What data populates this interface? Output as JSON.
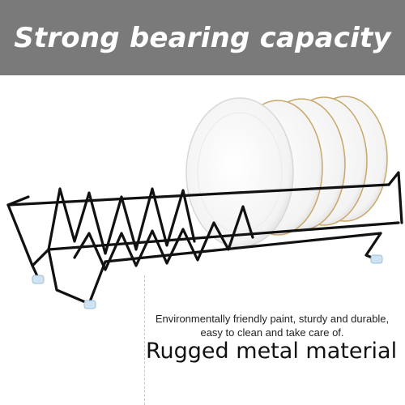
{
  "banner": {
    "title": "Strong bearing capacity",
    "background": "#7a7a7a",
    "text_color": "#ffffff"
  },
  "product": {
    "description": "",
    "rack_color": "#111111",
    "plate_color": "#ffffff",
    "plate_rim_color": "#c9a86a"
  },
  "feature": {
    "description_line1": "Environmentally friendly paint, sturdy and durable,",
    "description_line2": "easy to clean and take care of.",
    "heading": "Rugged metal material"
  }
}
